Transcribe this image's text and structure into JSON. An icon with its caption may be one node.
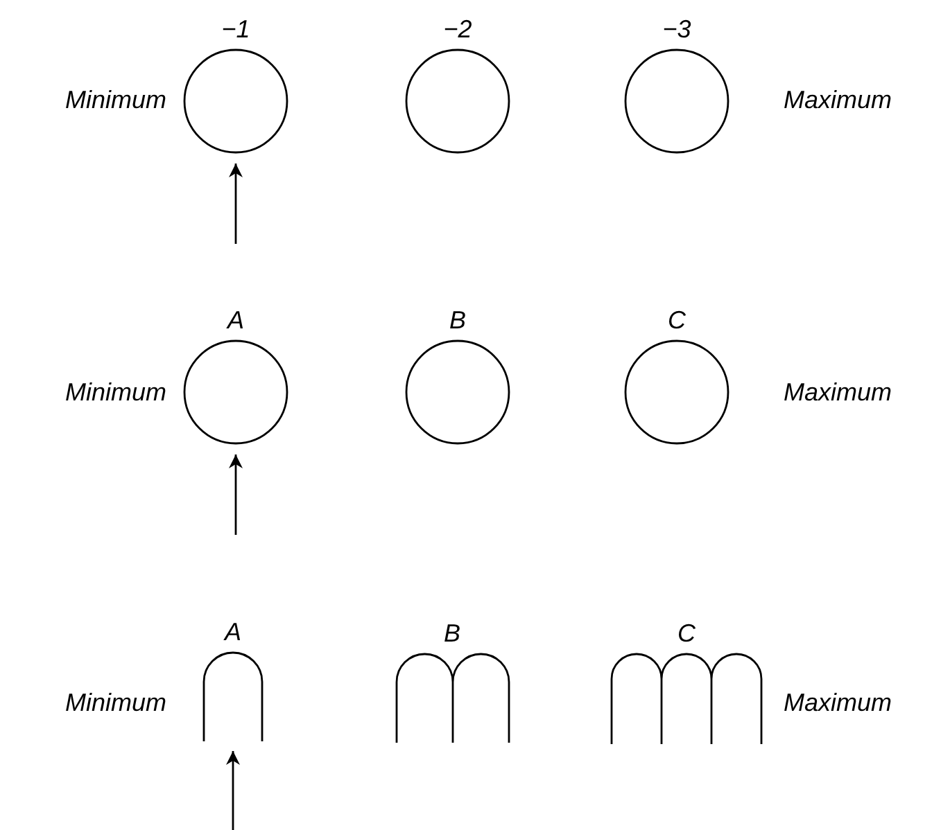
{
  "diagram": {
    "nodes": [
      {
        "text": [
          "−1"
        ]
      },
      {
        "text": [
          "−2"
        ]
      },
      {
        "text": [
          "−3"
        ]
      },
      {
        "text": [
          "A"
        ]
      },
      {
        "text": [
          "B"
        ]
      },
      {
        "text": [
          "C"
        ]
      },
      {
        "text": [
          "A"
        ]
      },
      {
        "text": [
          "B"
        ]
      },
      {
        "text": [
          "C"
        ]
      }
    ],
    "edges": [
      {
        "from": null,
        "to": 0,
        "arrow": "to"
      },
      {
        "from": null,
        "to": 3,
        "arrow": "to"
      },
      {
        "from": null,
        "to": 6,
        "arrow": "to"
      }
    ],
    "labels": [
      "Minimum",
      "Maximum",
      "Minimum",
      "Maximum",
      "Minimum",
      "Maximum"
    ]
  }
}
